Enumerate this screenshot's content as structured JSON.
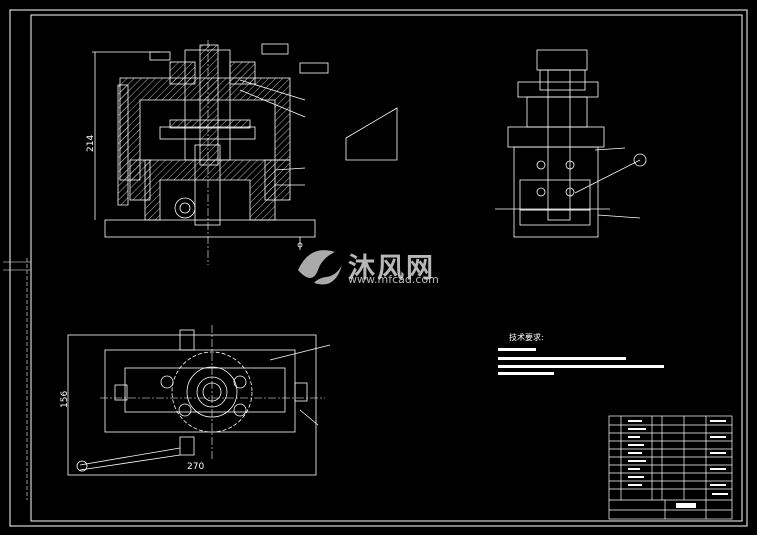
{
  "watermark": {
    "name_cn": "沐风网",
    "url": "www.mfcad.com"
  },
  "notes": {
    "tech_requirements_title": "技术要求:"
  },
  "dimensions": {
    "height_top_view": "214",
    "height_plan": "156",
    "width_plan": "270"
  },
  "colors": {
    "background": "#000000",
    "lines": "#ffffff",
    "watermark": "#d8d8d8"
  }
}
